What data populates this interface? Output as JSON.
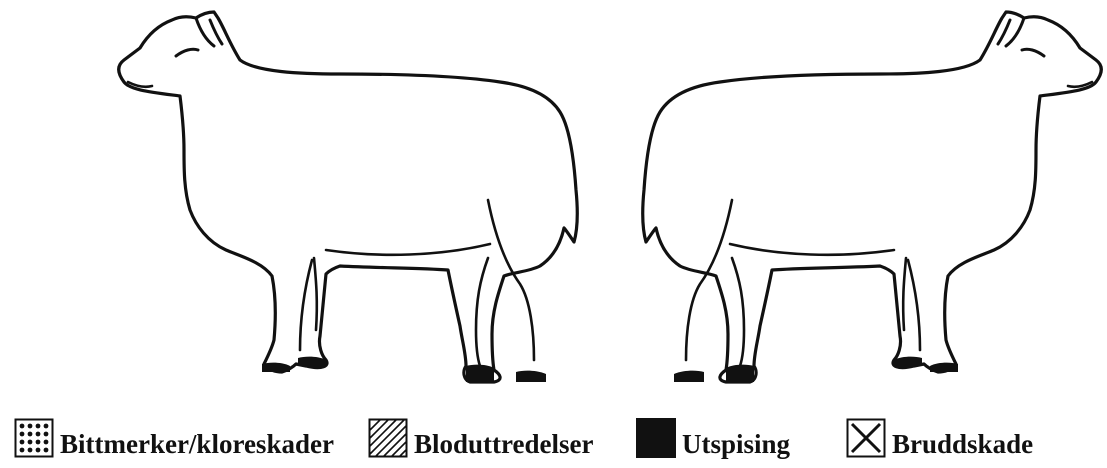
{
  "legend": {
    "items": [
      {
        "key": "bite",
        "label": "Bittmerker/kloreskader",
        "pattern": "dots"
      },
      {
        "key": "bleed",
        "label": "Bloduttredelser",
        "pattern": "hatch"
      },
      {
        "key": "eaten",
        "label": "Utspising",
        "pattern": "solid"
      },
      {
        "key": "fracture",
        "label": "Bruddskade",
        "pattern": "cross"
      }
    ]
  },
  "colors": {
    "ink": "#111111",
    "background": "#ffffff"
  },
  "figure": {
    "subjects": [
      "sheep-left-side",
      "sheep-right-side"
    ]
  }
}
